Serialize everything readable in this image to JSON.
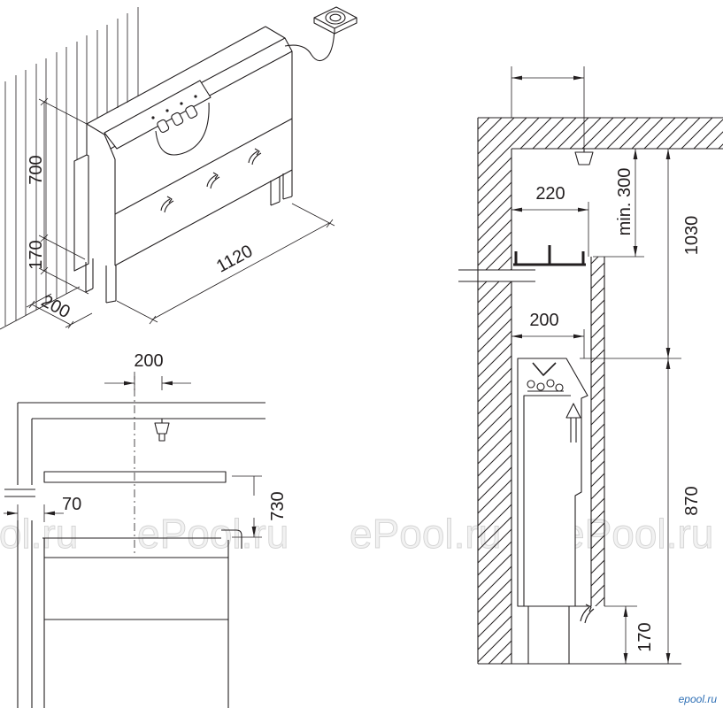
{
  "isometric_view": {
    "height_label": "700",
    "leg_height_label": "170",
    "wall_distance_label": "200",
    "length_label": "1120"
  },
  "front_view": {
    "sensor_offset_label": "200",
    "wall_gap_label": "70",
    "shelf_clearance_label": "730"
  },
  "side_section": {
    "bench_depth_label": "220",
    "min_clearance_label": "min. 300",
    "upper_height_label": "1030",
    "heater_depth_label": "200",
    "heater_height_label": "870",
    "floor_clearance_label": "170"
  },
  "watermark": "ePool.ru",
  "logo": "epool.ru",
  "colors": {
    "line": "#231f20",
    "watermark": "#d4d4d4",
    "logo": "#2e6fb5"
  }
}
